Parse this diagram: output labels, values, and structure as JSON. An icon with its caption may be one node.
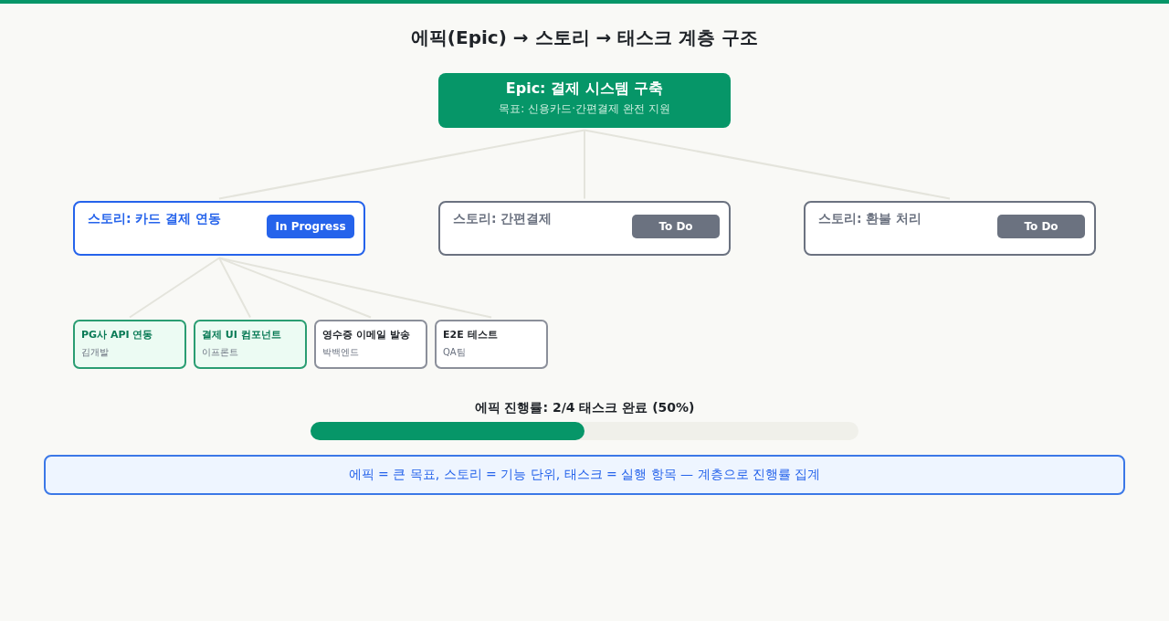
{
  "diagram": {
    "title": "에픽(Epic) → 스토리 → 태스크 계층 구조",
    "nodes": [
      {
        "text": [
          "Epic: 결제 시스템 구축",
          "목표: 신용카드·간편결제 완전 지원"
        ]
      },
      {
        "text": [
          "스토리: 카드 결제 연동"
        ]
      },
      {
        "text": [
          "In Progress"
        ],
        "in": 1
      },
      {
        "text": [
          "스토리: 간편결제"
        ]
      },
      {
        "text": [
          "To Do"
        ],
        "in": 3
      },
      {
        "text": [
          "스토리: 환불 처리"
        ]
      },
      {
        "text": [
          "To Do"
        ],
        "in": 5
      },
      {
        "text": [
          "PG사 API 연동",
          "김개발"
        ]
      },
      {
        "text": [
          "결제 UI 컴포넌트",
          "이프론트"
        ]
      },
      {
        "text": [
          "영수증 이메일 발송",
          "박백엔드"
        ]
      },
      {
        "text": [
          "E2E 테스트",
          "QA팀"
        ]
      },
      {
        "text": [
          "에픽 = 큰 목표, 스토리 = 기능 단위, 태스크 = 실행 항목 — 계층으로 진행률 집계"
        ]
      }
    ],
    "edges": [
      {
        "from": 0,
        "to": 1,
        "arrow": "none"
      },
      {
        "from": 0,
        "to": 3,
        "arrow": "none"
      },
      {
        "from": 0,
        "to": 5,
        "arrow": "none"
      },
      {
        "from": 1,
        "to": 7,
        "arrow": "none"
      },
      {
        "from": 1,
        "to": 8,
        "arrow": "none"
      },
      {
        "from": 1,
        "to": 9,
        "arrow": "none"
      },
      {
        "from": 1,
        "to": 10,
        "arrow": "none"
      }
    ],
    "labels": [
      "에픽 진행률: 2/4 태스크 완료 (50%)"
    ]
  }
}
